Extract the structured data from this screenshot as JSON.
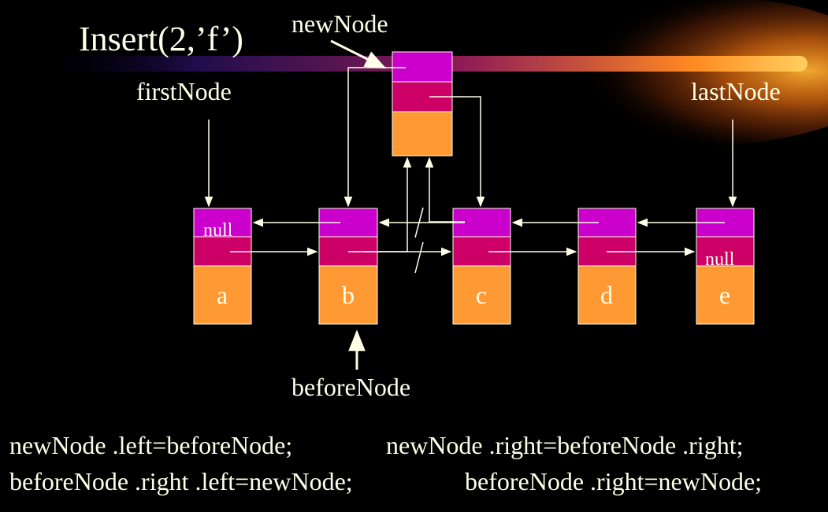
{
  "slide": {
    "title": "Insert(2,’f’)",
    "pointers": {
      "newNode": "newNode",
      "firstNode": "firstNode",
      "lastNode": "lastNode",
      "beforeNode": "beforeNode"
    },
    "null_label": "null",
    "nodes": [
      "a",
      "b",
      "c",
      "d",
      "e"
    ],
    "new_node_value": "",
    "code": [
      {
        "stmt1": "newNode .left=beforeNode;",
        "stmt2": "newNode .right=beforeNode .right;"
      },
      {
        "stmt1": "beforeNode .right .left=newNode;",
        "stmt2": "beforeNode .right=newNode;"
      }
    ]
  },
  "colors": {
    "background": "#000000",
    "text": "#ffffe8",
    "left_field": "#cc00cc",
    "right_field": "#cc0066",
    "data_field": "#ff9933",
    "arrow": "#ffffe8",
    "glow": "#ff9a1a"
  }
}
